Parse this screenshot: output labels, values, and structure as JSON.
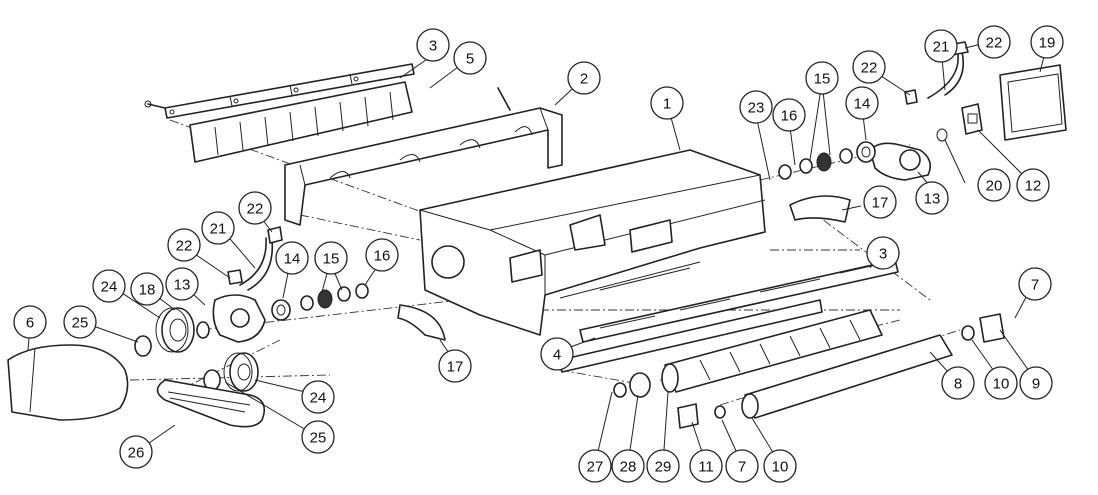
{
  "diagram": {
    "callouts": [
      {
        "id": "c3a",
        "label": "3"
      },
      {
        "id": "c5",
        "label": "5"
      },
      {
        "id": "c2",
        "label": "2"
      },
      {
        "id": "c1",
        "label": "1"
      },
      {
        "id": "c23",
        "label": "23"
      },
      {
        "id": "c16a",
        "label": "16"
      },
      {
        "id": "c15a",
        "label": "15"
      },
      {
        "id": "c14a",
        "label": "14"
      },
      {
        "id": "c21a",
        "label": "21"
      },
      {
        "id": "c22a",
        "label": "22"
      },
      {
        "id": "c22b",
        "label": "22"
      },
      {
        "id": "c19",
        "label": "19"
      },
      {
        "id": "c17a",
        "label": "17"
      },
      {
        "id": "c13a",
        "label": "13"
      },
      {
        "id": "c20",
        "label": "20"
      },
      {
        "id": "c12",
        "label": "12"
      },
      {
        "id": "c22c",
        "label": "22"
      },
      {
        "id": "c21b",
        "label": "21"
      },
      {
        "id": "c22d",
        "label": "22"
      },
      {
        "id": "c14b",
        "label": "14"
      },
      {
        "id": "c15b",
        "label": "15"
      },
      {
        "id": "c16b",
        "label": "16"
      },
      {
        "id": "c24a",
        "label": "24"
      },
      {
        "id": "c18",
        "label": "18"
      },
      {
        "id": "c13b",
        "label": "13"
      },
      {
        "id": "c25a",
        "label": "25"
      },
      {
        "id": "c6",
        "label": "6"
      },
      {
        "id": "c3b",
        "label": "3"
      },
      {
        "id": "c7a",
        "label": "7"
      },
      {
        "id": "c4",
        "label": "4"
      },
      {
        "id": "c17b",
        "label": "17"
      },
      {
        "id": "c24b",
        "label": "24"
      },
      {
        "id": "c25b",
        "label": "25"
      },
      {
        "id": "c26",
        "label": "26"
      },
      {
        "id": "c8",
        "label": "8"
      },
      {
        "id": "c10a",
        "label": "10"
      },
      {
        "id": "c9",
        "label": "9"
      },
      {
        "id": "c27",
        "label": "27"
      },
      {
        "id": "c28",
        "label": "28"
      },
      {
        "id": "c29",
        "label": "29"
      },
      {
        "id": "c11",
        "label": "11"
      },
      {
        "id": "c7b",
        "label": "7"
      },
      {
        "id": "c10b",
        "label": "10"
      }
    ]
  }
}
